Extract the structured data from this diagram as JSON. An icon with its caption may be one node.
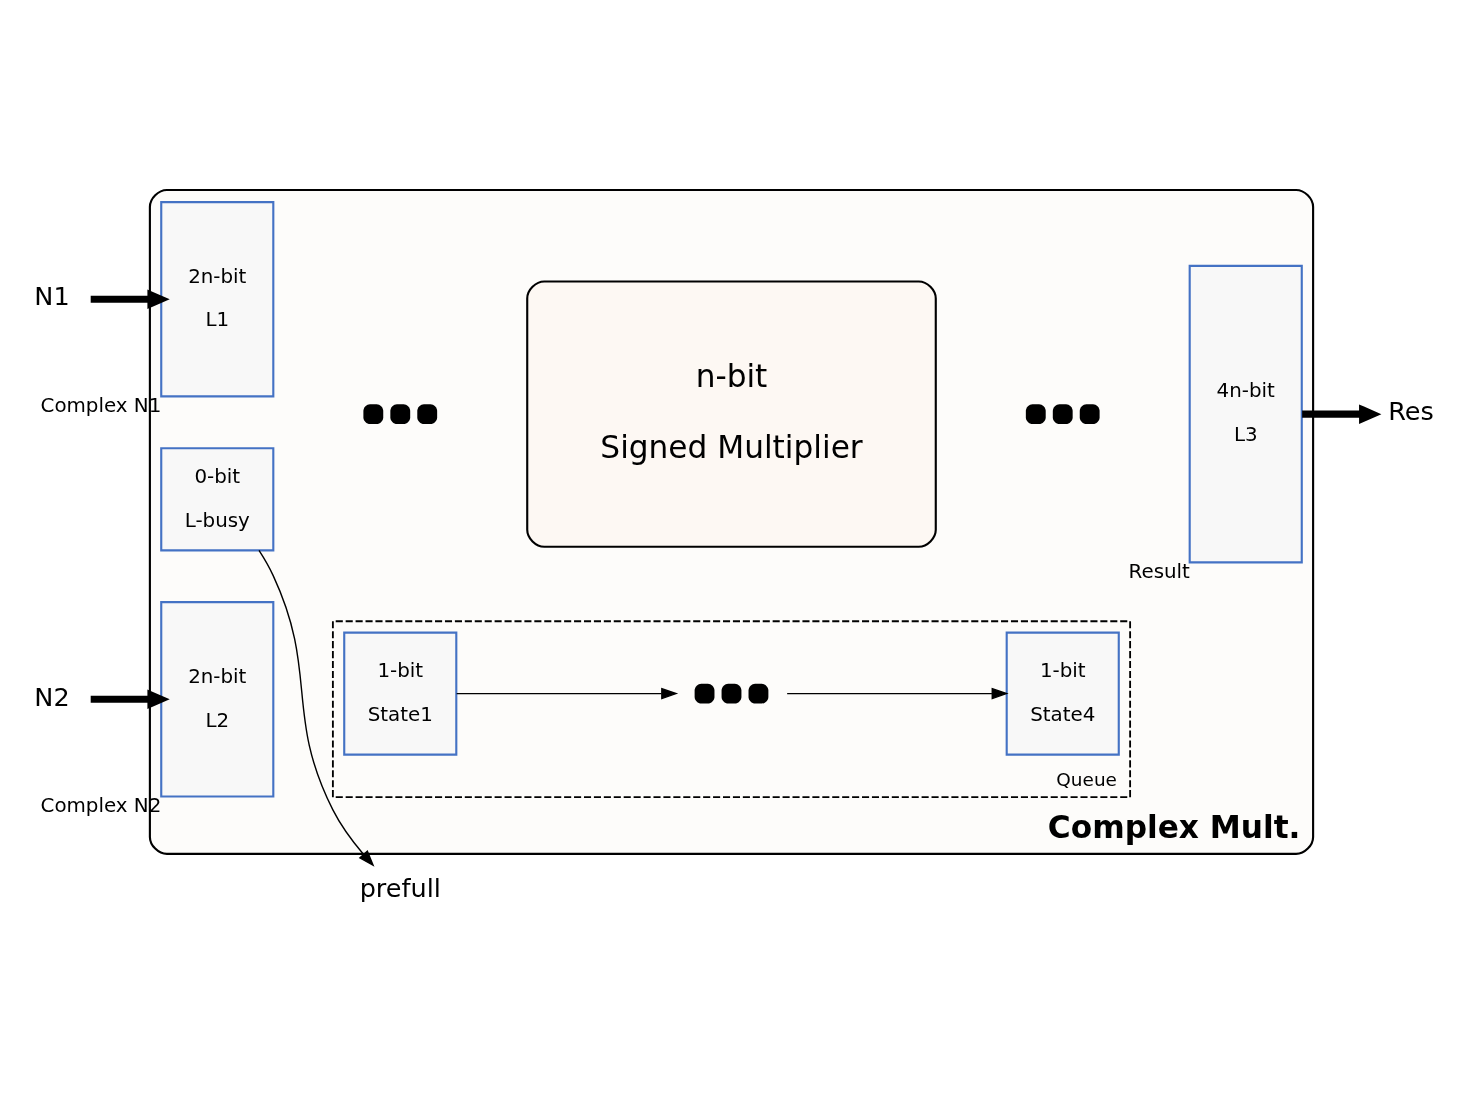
{
  "diagram": {
    "nodes": [
      {
        "text": [
          "Complex Mult."
        ]
      },
      {
        "text": [
          "0-bit",
          "L-busy"
        ],
        "in": 0
      },
      {
        "text": [
          "2n-bit",
          "L1"
        ],
        "beside": [
          "Complex N1"
        ],
        "in": 0
      },
      {
        "text": [],
        "shape": "dots",
        "in": 0
      },
      {
        "text": [
          "n-bit",
          "Signed Multiplier"
        ],
        "in": 0
      },
      {
        "text": [],
        "shape": "dots",
        "in": 0
      },
      {
        "text": [
          "4n-bit",
          "L3"
        ],
        "beside": [
          "Result"
        ],
        "in": 0
      },
      {
        "text": [
          "2n-bit",
          "L2"
        ],
        "beside": [
          "Complex N2"
        ],
        "in": 0
      },
      {
        "text": [
          "Queue"
        ],
        "in": 0
      },
      {
        "text": [
          "1-bit",
          "State1"
        ],
        "in": 8
      },
      {
        "text": [],
        "shape": "dots",
        "in": 8
      },
      {
        "text": [
          "1-bit",
          "State4"
        ],
        "in": 8
      },
      {
        "text": [
          "prefull"
        ]
      },
      {
        "text": [
          "N1"
        ]
      },
      {
        "text": [
          "N2"
        ]
      },
      {
        "text": [
          "Res"
        ]
      }
    ],
    "edges": [
      {
        "from": 1,
        "to": 12,
        "arrow": "to"
      },
      {
        "from": 13,
        "to": 2,
        "arrow": "to",
        "style": "thick"
      },
      {
        "from": 14,
        "to": 7,
        "arrow": "to",
        "style": "thick"
      },
      {
        "from": 6,
        "to": 15,
        "arrow": "to",
        "style": "thick"
      },
      {
        "from": 9,
        "to": 10,
        "arrow": "to"
      },
      {
        "from": 10,
        "to": 11,
        "arrow": "to"
      }
    ]
  }
}
